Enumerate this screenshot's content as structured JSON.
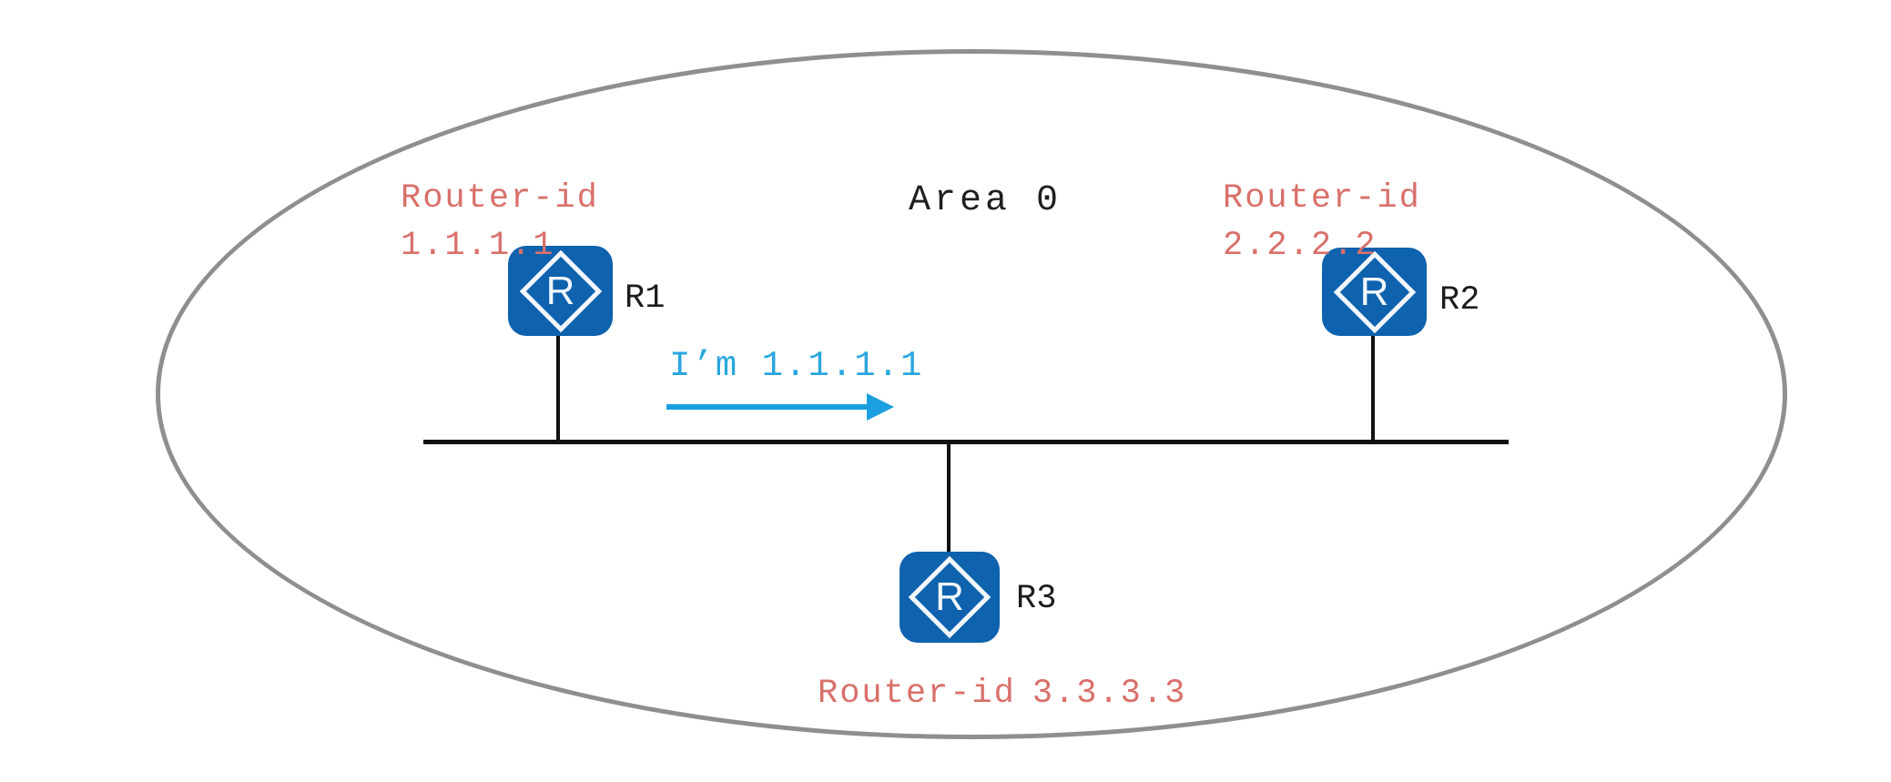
{
  "diagram": {
    "area_label": "Area 0",
    "message": {
      "text": "I’m 1.1.1.1",
      "direction": "right"
    },
    "routers": [
      {
        "name": "R1",
        "id_label": "Router-id",
        "router_id": "1.1.1.1",
        "icon_letter": "R"
      },
      {
        "name": "R2",
        "id_label": "Router-id",
        "router_id": "2.2.2.2",
        "icon_letter": "R"
      },
      {
        "name": "R3",
        "id_label": "Router-id",
        "router_id": "3.3.3.3",
        "icon_letter": "R"
      }
    ],
    "colors": {
      "router_blue": "#0e62ae",
      "label_red": "#d9706a",
      "message_cyan": "#2aa7de",
      "arrow_blue": "#1c9fe0",
      "ellipse_gray": "#8f8f8f"
    }
  }
}
